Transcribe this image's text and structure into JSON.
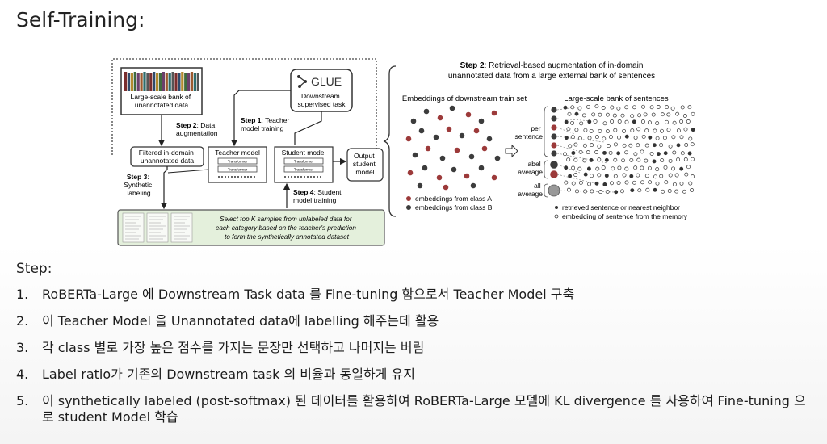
{
  "slide": {
    "title": "Self-Training:"
  },
  "diagram": {
    "bank_box": "Large-scale bank of\nunannotated data",
    "glue_label": "GLUE",
    "glue_sub": "Downstream\nsupervised task",
    "step2_label": "Step 2",
    "step2_text": ": Data\naugmentation",
    "step1_label": "Step 1",
    "step1_text": ": Teacher\nmodel training",
    "filtered_box": "Filtered in-domain\nunannotated data",
    "teacher_model": "Teacher model",
    "student_model": "Student model",
    "transformer": "Transformer",
    "output_box": "Output\nstudent\nmodel",
    "step3_label": "Step 3",
    "step3_text": ":\nSynthetic\nlabeling",
    "step4_label": "Step 4",
    "step4_text": ": Student\nmodel training",
    "select_text": "Select top K samples from unlabeled data for\neach category based on the teacher's prediction\nto form the synthetically annotated dataset"
  },
  "retrieval": {
    "title_bold": "Step 2",
    "title_rest": ": Retrieval-based augmentation of in-domain",
    "title_line2": "unannotated data from a large external bank of sentences",
    "left_title": "Embeddings of downstream train set",
    "right_title": "Large-scale bank of sentences",
    "per_sentence": "per\nsentence",
    "label_average": "label\naverage",
    "all_average": "all\naverage",
    "legend_a": "embeddings from class A",
    "legend_b": "embeddings from class B",
    "legend_retrieved": "retrieved sentence or nearest neighbor",
    "legend_memory": "embedding of sentence from the memory",
    "colors": {
      "class_a": "#9c3a3a",
      "class_b": "#3c3c3c"
    }
  },
  "steps": {
    "label": "Step:",
    "items": [
      {
        "num": "1.",
        "text": "RoBERTa-Large 에 Downstream Task data 를 Fine-tuning 함으로서 Teacher Model 구축"
      },
      {
        "num": "2.",
        "text": "이 Teacher Model 을 Unannotated data에 labelling 해주는데 활용"
      },
      {
        "num": "3.",
        "text": "각 class 별로 가장 높은 점수를 가지는 문장만 선택하고 나머지는 버림"
      },
      {
        "num": "4.",
        "text": "Label ratio가 기존의 Downstream task 의 비율과 동일하게 유지"
      },
      {
        "num": "5.",
        "text": "이 synthetically labeled (post-softmax) 된 데이터를 활용하여 RoBERTa-Large 모델에 KL divergence 를 사용하여 Fine-tuning 으로 student Model 학습"
      }
    ]
  }
}
